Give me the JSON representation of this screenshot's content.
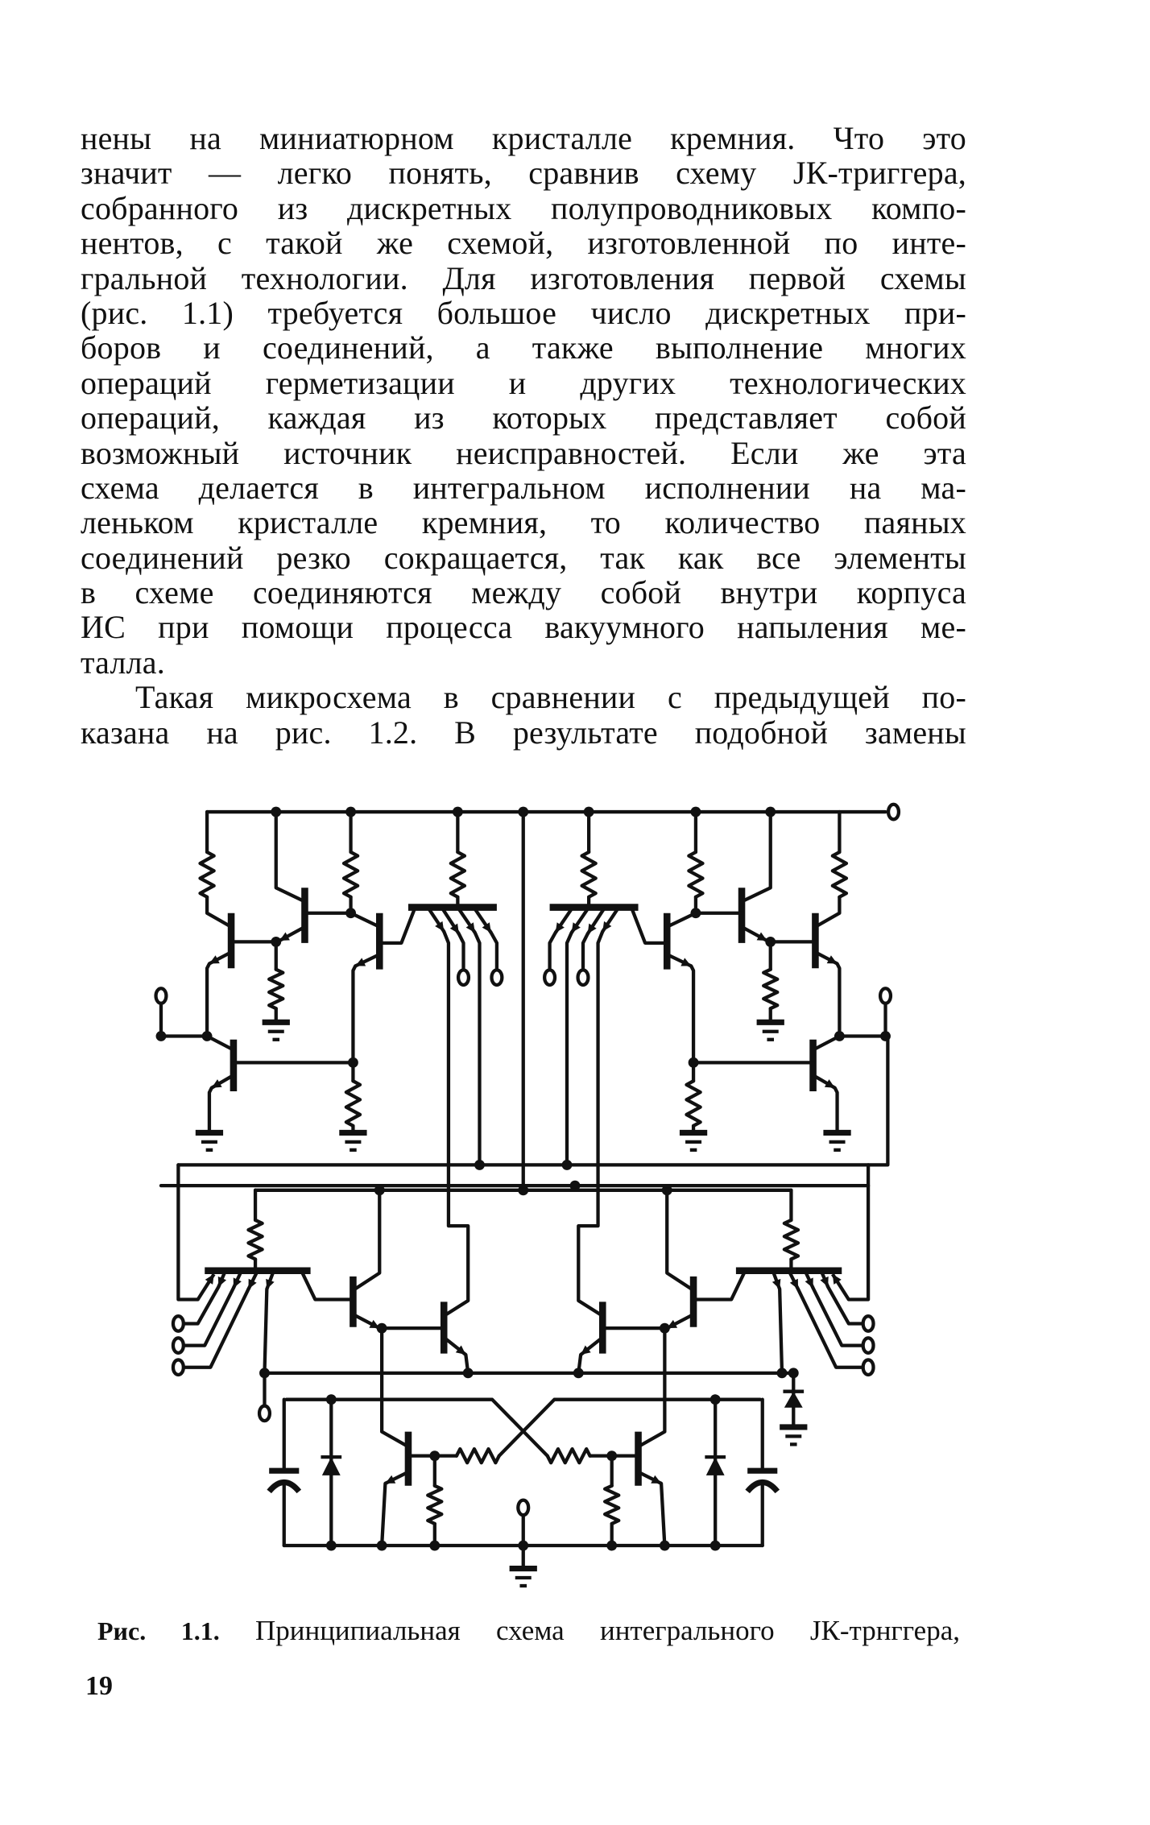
{
  "body": {
    "lines": [
      "нены на миниатюрном кристалле кремния. Что это",
      "значит — легко понять, сравнив схему JК-триггера,",
      "собранного из дискретных полупроводниковых компо-",
      "нентов, с такой же схемой, изготовленной по инте-",
      "гральной технологии. Для изготовления первой схемы",
      "(рис. 1.1) требуется большое число дискретных при-",
      "боров и соединений, а также выполнение многих",
      "операций герметизации и других технологических",
      "операций, каждая из которых представляет собой",
      "возможный источник неисправностей. Если же эта",
      "схема делается в интегральном исполнении на ма-",
      "леньком кристалле кремния, то количество паяных",
      "соединений резко сокращается, так как все элементы",
      "в схеме соединяются между собой внутри корпуса",
      "ИС при помощи процесса вакуумного напыления ме-",
      "талла.",
      "Такая микросхема в сравнении с предыдущей по-",
      "казана на рис. 1.2. В результате подобной замены"
    ]
  },
  "figure": {
    "label": "Рис. 1.1.",
    "caption": "Принципиальная схема интегрального JК-трнггера,"
  },
  "page_number": "19"
}
